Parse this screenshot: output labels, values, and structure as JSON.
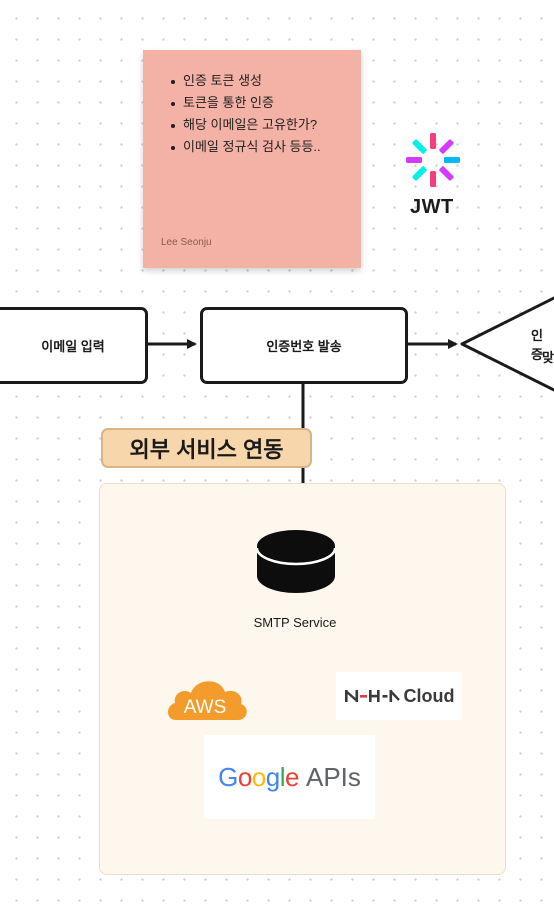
{
  "sticky_note": {
    "items": [
      "인증 토큰 생성",
      "토큰을 통한 인증",
      "해당 이메일은 고유한가?",
      "이메일 정규식 검사 등등.."
    ],
    "author": "Lee Seonju",
    "color": "#f4b2a6"
  },
  "jwt_logo": {
    "icon": "jwt-logo-icon",
    "text": "JWT"
  },
  "flow": {
    "step1": "이메일 입력",
    "step2": "인증번호 발송",
    "decision_line1": "인증",
    "decision_line2": "맞"
  },
  "external": {
    "label": "외부 서비스 연동",
    "smtp_label": "SMTP Service",
    "aws_text": "AWS",
    "nhn_text": "Cloud",
    "google_text": "Google",
    "google_apis_text": "APIs",
    "label_color": "#f8d6ac",
    "panel_color": "#fdf7ee"
  }
}
